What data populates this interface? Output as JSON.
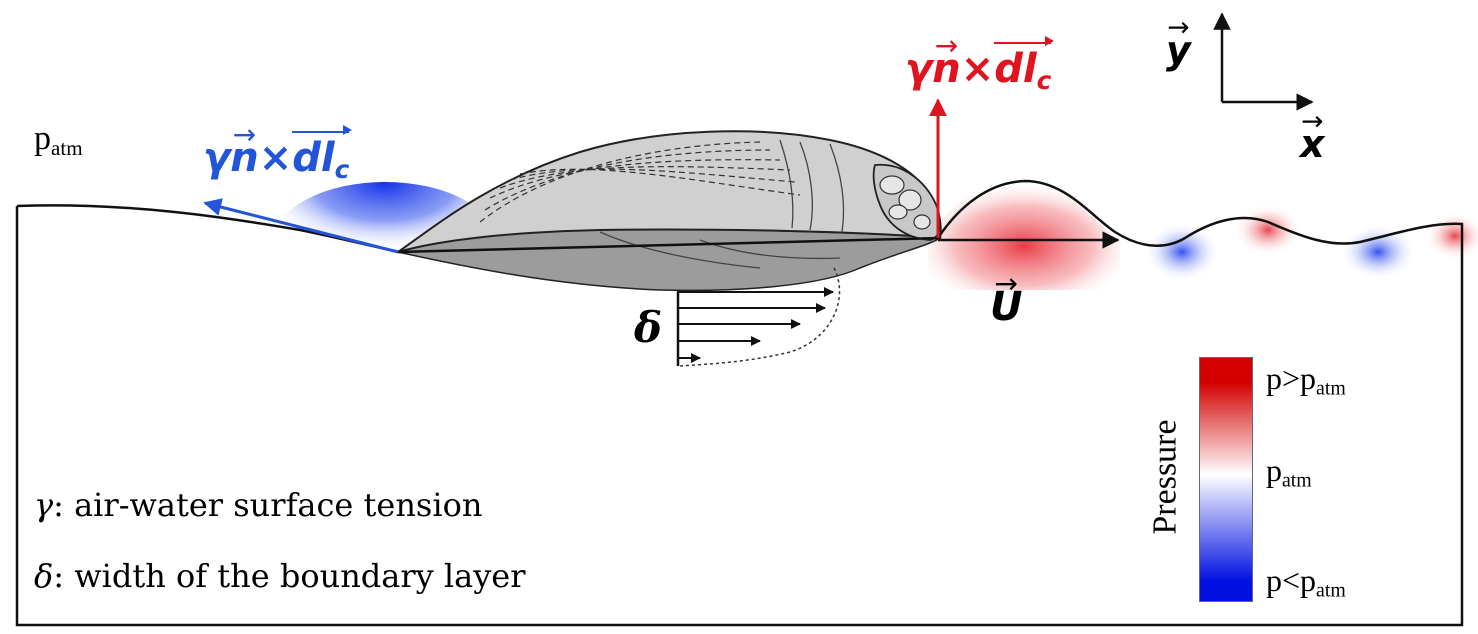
{
  "labels": {
    "p_atm_left": {
      "base": "p",
      "sub": "atm"
    },
    "force_blue": {
      "gamma": "γ",
      "n": "n",
      "times": "×",
      "dl": "dl",
      "c": "c"
    },
    "force_red": {
      "gamma": "γ",
      "n": "n",
      "times": "×",
      "dl": "dl",
      "c": "c"
    },
    "axis_y": "y",
    "axis_x": "x",
    "velocity": "U",
    "delta": "δ"
  },
  "legend": {
    "gamma_symbol": "γ",
    "gamma_text": ": air-water surface tension",
    "delta_symbol": "δ",
    "delta_text": ": width of the boundary layer"
  },
  "colorbar": {
    "title": "Pressure",
    "top_label": {
      "base": "p>p",
      "sub": "atm"
    },
    "mid_label": {
      "base": "p",
      "sub": "atm"
    },
    "bottom_label": {
      "base": "p<p",
      "sub": "atm"
    },
    "colors": {
      "high": "#d40000",
      "mid": "#ffffff",
      "low": "#0010e0"
    }
  },
  "colors": {
    "force_blue": "#2255d8",
    "force_red": "#e0141e",
    "insect_fill": "#d0d0d0",
    "outline": "#111111"
  }
}
